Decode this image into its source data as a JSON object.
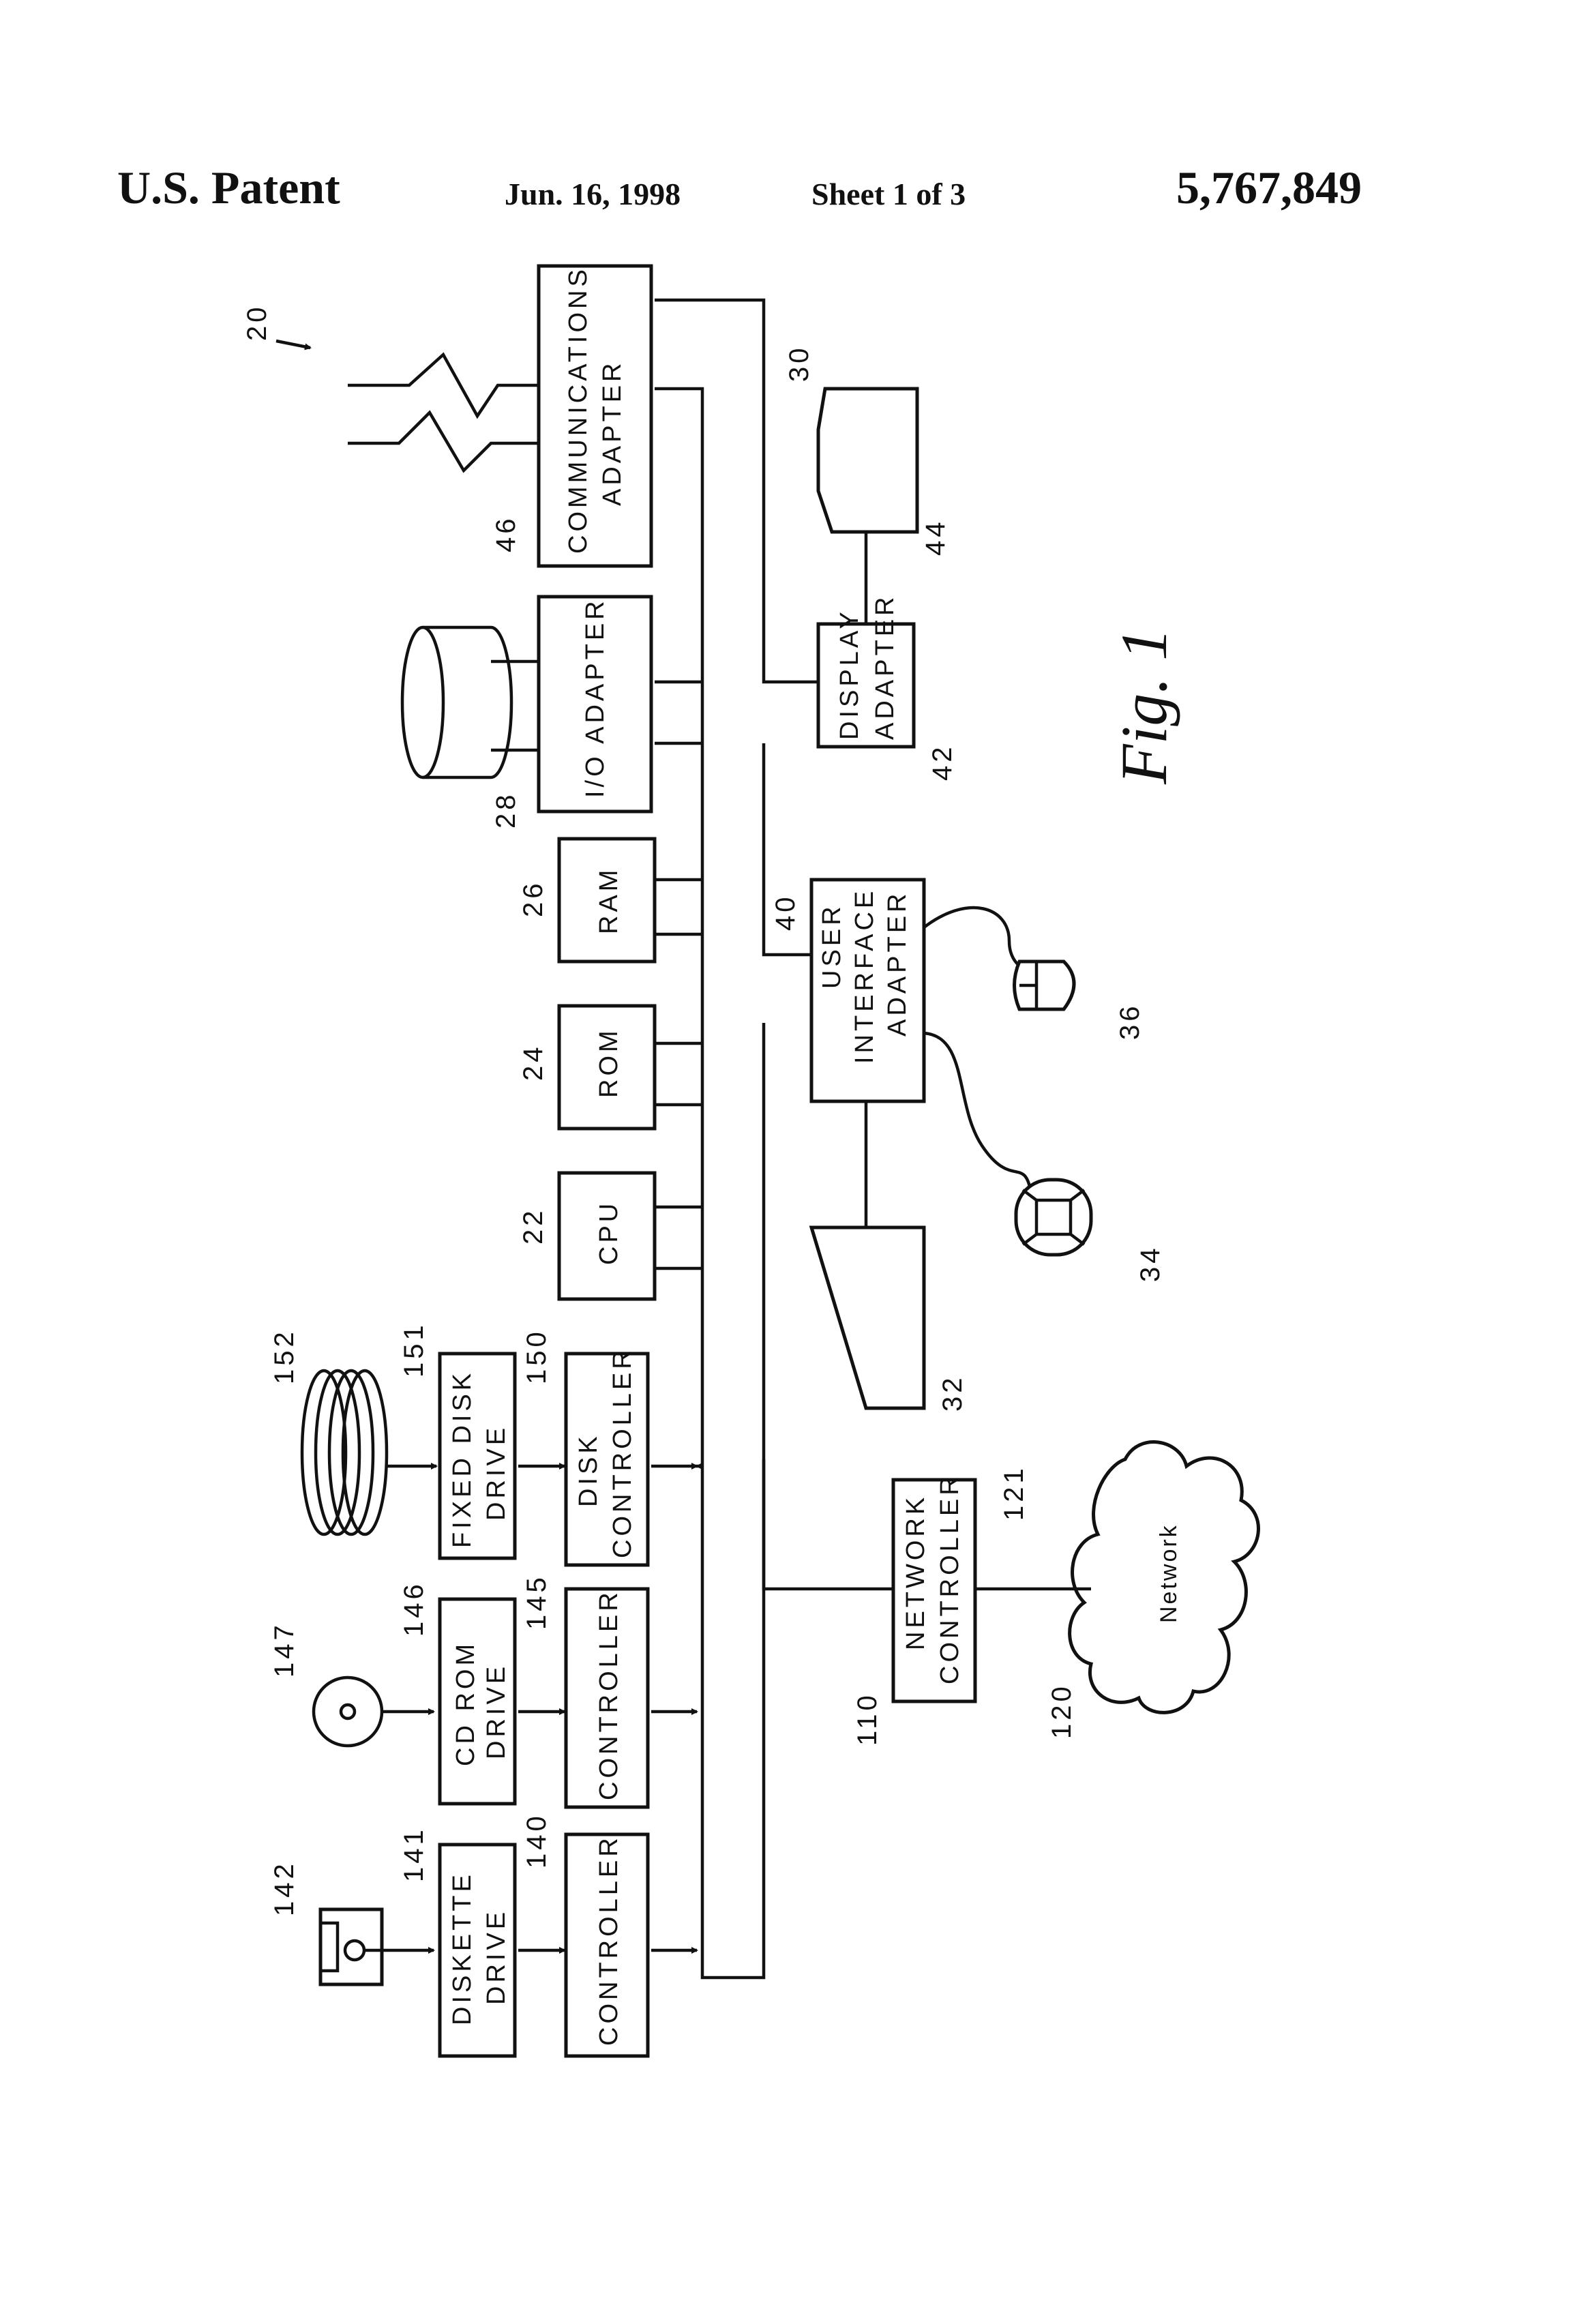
{
  "header": {
    "title": "U.S. Patent",
    "date": "Jun. 16, 1998",
    "sheet": "Sheet 1 of 3",
    "patent_number": "5,767,849"
  },
  "figure_label": "Fig. 1",
  "boxes": {
    "communications_adapter": [
      "COMMUNICATIONS",
      "ADAPTER"
    ],
    "io_adapter": "I/O ADAPTER",
    "ram": "RAM",
    "rom": "ROM",
    "cpu": "CPU",
    "fixed_disk_drive": [
      "FIXED DISK",
      "DRIVE"
    ],
    "disk_controller": [
      "DISK",
      "CONTROLLER"
    ],
    "cd_rom_drive": [
      "CD ROM",
      "DRIVE"
    ],
    "controller_145": "CONTROLLER",
    "diskette_drive": [
      "DISKETTE",
      "DRIVE"
    ],
    "controller_140": "CONTROLLER",
    "display_adapter": [
      "DISPLAY",
      "ADAPTER"
    ],
    "user_interface_adapter": [
      "USER",
      "INTERFACE",
      "ADAPTER"
    ],
    "network_controller": [
      "NETWORK",
      "CONTROLLER"
    ],
    "network": "Network"
  },
  "refs": {
    "r20": "20",
    "r46": "46",
    "r28": "28",
    "r26": "26",
    "r24": "24",
    "r22": "22",
    "r30": "30",
    "r44": "44",
    "r42": "42",
    "r40": "40",
    "r36": "36",
    "r34": "34",
    "r32": "32",
    "r152": "152",
    "r151": "151",
    "r150": "150",
    "r147": "147",
    "r146": "146",
    "r145": "145",
    "r142": "142",
    "r141": "141",
    "r140": "140",
    "r121": "121",
    "r110": "110",
    "r120": "120"
  },
  "colors": {
    "ink": "#111111",
    "paper": "#ffffff"
  }
}
